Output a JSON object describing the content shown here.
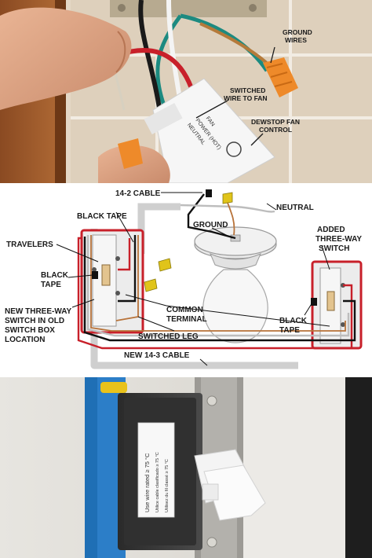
{
  "photo_top": {
    "callouts": {
      "ground_wires": [
        "GROUND",
        "WIRES"
      ],
      "switched_wire": [
        "SWITCHED",
        "WIRE TO FAN"
      ],
      "dewstop": [
        "DEWSTOP FAN",
        "CONTROL"
      ]
    },
    "device_text": {
      "fan": "FAN",
      "power": "POWER (HOT)",
      "neutral": "NEUTRAL"
    }
  },
  "diagram": {
    "labels": {
      "cable_14_2": "14-2 CABLE",
      "black_tape_top": "BLACK TAPE",
      "neutral": "NEUTRAL",
      "ground": "GROUND",
      "travelers": "TRAVELERS",
      "added_switch": [
        "ADDED",
        "THREE-WAY",
        "SWITCH"
      ],
      "black_tape_left": [
        "BLACK",
        "TAPE"
      ],
      "common_terminal": [
        "COMMON",
        "TERMINAL"
      ],
      "new_switch": [
        "NEW THREE-WAY",
        "SWITCH IN OLD",
        "SWITCH BOX",
        "LOCATION"
      ],
      "switched_leg": "SWITCHED LEG",
      "black_tape_right": [
        "BLACK",
        "TAPE"
      ],
      "new_cable": "NEW 14-3 CABLE"
    },
    "colors": {
      "red": "#c8202a",
      "black": "#111111",
      "white": "#f4f4f4",
      "copper": "#b8733a",
      "wirenut": "#e0c41a"
    }
  },
  "photo_bottom": {
    "sticker_lines": [
      "Use wire rated ≥ 75 °C",
      "Utilice cable clasificado ≥ 75 °C",
      "Utilisez du fil classé ≥ 75 °C"
    ]
  }
}
